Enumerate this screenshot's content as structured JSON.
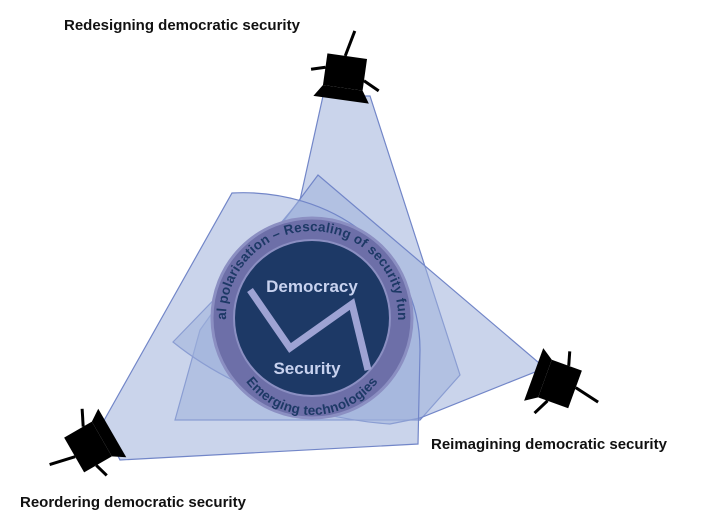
{
  "perspectives": {
    "top": "Redesigning democratic security",
    "right": "Reimagining democratic security",
    "bottom": "Reordering democratic security"
  },
  "core": {
    "upper_word": "Democracy",
    "lower_word": "Security"
  },
  "ring": {
    "top_text": "– Societal polarisation – Rescaling of security functions –",
    "bottom_text": "Emerging technologies"
  },
  "colors": {
    "beam_fill": "#9fb0db",
    "beam_stroke": "#7286c8",
    "ring_fill": "#6d6fa8",
    "core_fill": "#1d3966",
    "core_text": "#c8d2ef",
    "ring_text": "#1d3966",
    "camera": "#000000"
  },
  "icons": [
    "camera-icon",
    "camera-icon",
    "camera-icon"
  ]
}
